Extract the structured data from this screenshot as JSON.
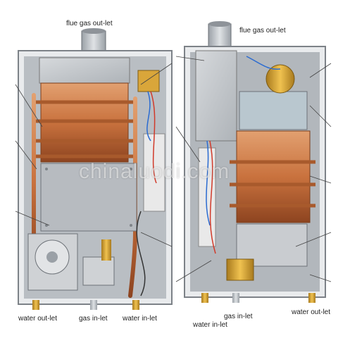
{
  "left_unit": {
    "labels": {
      "flue_gas_outlet": "flue gas out-let",
      "water_outlet": "water out-let",
      "gas_inlet": "gas in-let",
      "water_inlet": "water in-let"
    }
  },
  "right_unit": {
    "labels": {
      "flue_gas_outlet": "flue gas out-let",
      "water_inlet": "water in-let",
      "gas_inlet": "gas in-let",
      "water_outlet": "water out-let"
    }
  },
  "watermark": "chinaluodi.com",
  "colors": {
    "copper": "#c9723e",
    "copper_dark": "#8d4420",
    "steel": "#c9ccd0",
    "frame": "#7d8288",
    "background": "#ffffff"
  }
}
